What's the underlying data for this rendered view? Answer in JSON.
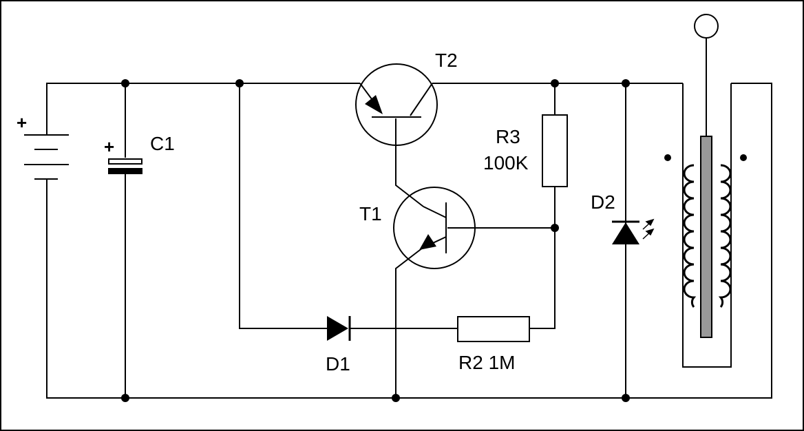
{
  "diagram": {
    "components": {
      "C1": {
        "label": "C1",
        "polarity": "+"
      },
      "T1": {
        "label": "T1"
      },
      "T2": {
        "label": "T2"
      },
      "R3": {
        "name": "R3",
        "value": "100K"
      },
      "R2": {
        "label": "R2 1M"
      },
      "D1": {
        "label": "D1"
      },
      "D2": {
        "label": "D2"
      },
      "battery": {
        "polarity": "+"
      }
    },
    "colors": {
      "stroke": "#000000",
      "core_fill": "#999999",
      "background": "#ffffff"
    }
  }
}
